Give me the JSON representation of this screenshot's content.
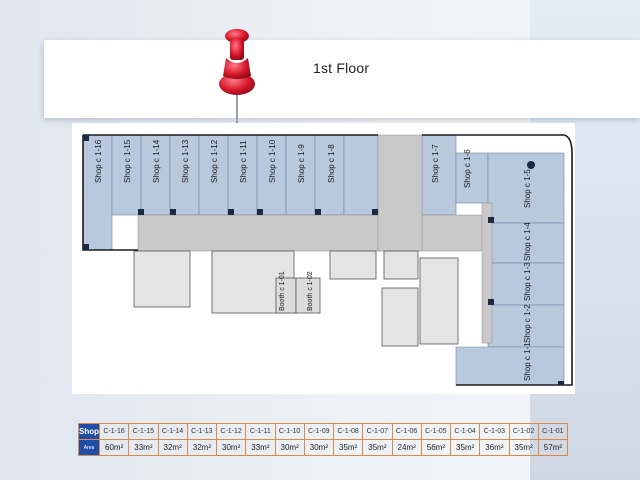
{
  "page": {
    "title": "1st Floor"
  },
  "shops_left": [
    {
      "label": "Shop c 1-16"
    },
    {
      "label": "Shop c 1-15"
    },
    {
      "label": "Shop c 1-14"
    },
    {
      "label": "Shop c 1-13"
    },
    {
      "label": "Shop c 1-12"
    },
    {
      "label": "Shop c 1-11"
    },
    {
      "label": "Shop c 1-10"
    },
    {
      "label": "Shop c 1-9"
    },
    {
      "label": "Shop c 1-8"
    },
    {
      "label": "Shop c 1-7"
    },
    {
      "label": "Shop c 1-6"
    },
    {
      "label": "Shop c 1-5"
    },
    {
      "label": "Shop c 1-4"
    },
    {
      "label": "Shop c 1-3"
    },
    {
      "label": "Shop c 1-2"
    },
    {
      "label": "Shop c 1-1"
    }
  ],
  "booths": [
    {
      "label": "Booth c 1-01"
    },
    {
      "label": "Booth c 1-02"
    }
  ],
  "table": {
    "row1_header": "Shop",
    "row2_header": "Area",
    "codes": [
      "C-1-16",
      "C-1-15",
      "C-1-14",
      "C-1-13",
      "C-1-12",
      "C-1-11",
      "C-1-10",
      "C-1-09",
      "C-1-08",
      "C-1-07",
      "C-1-06",
      "C-1-05",
      "C-1-04",
      "C-1-03",
      "C-1-02",
      "C-1-01"
    ],
    "areas": [
      "60m²",
      "33m²",
      "32m²",
      "32m²",
      "30m²",
      "33m²",
      "30m²",
      "30m²",
      "35m²",
      "35m²",
      "24m²",
      "56m²",
      "35m²",
      "36m²",
      "35m²",
      "57m²"
    ]
  },
  "colors": {
    "shop_fill": "#b9c9dd",
    "corridor": "#c8c8c8",
    "wall": "#1a1a1a",
    "table_head": "#1f4ea8",
    "table_border": "#d98a4a"
  }
}
